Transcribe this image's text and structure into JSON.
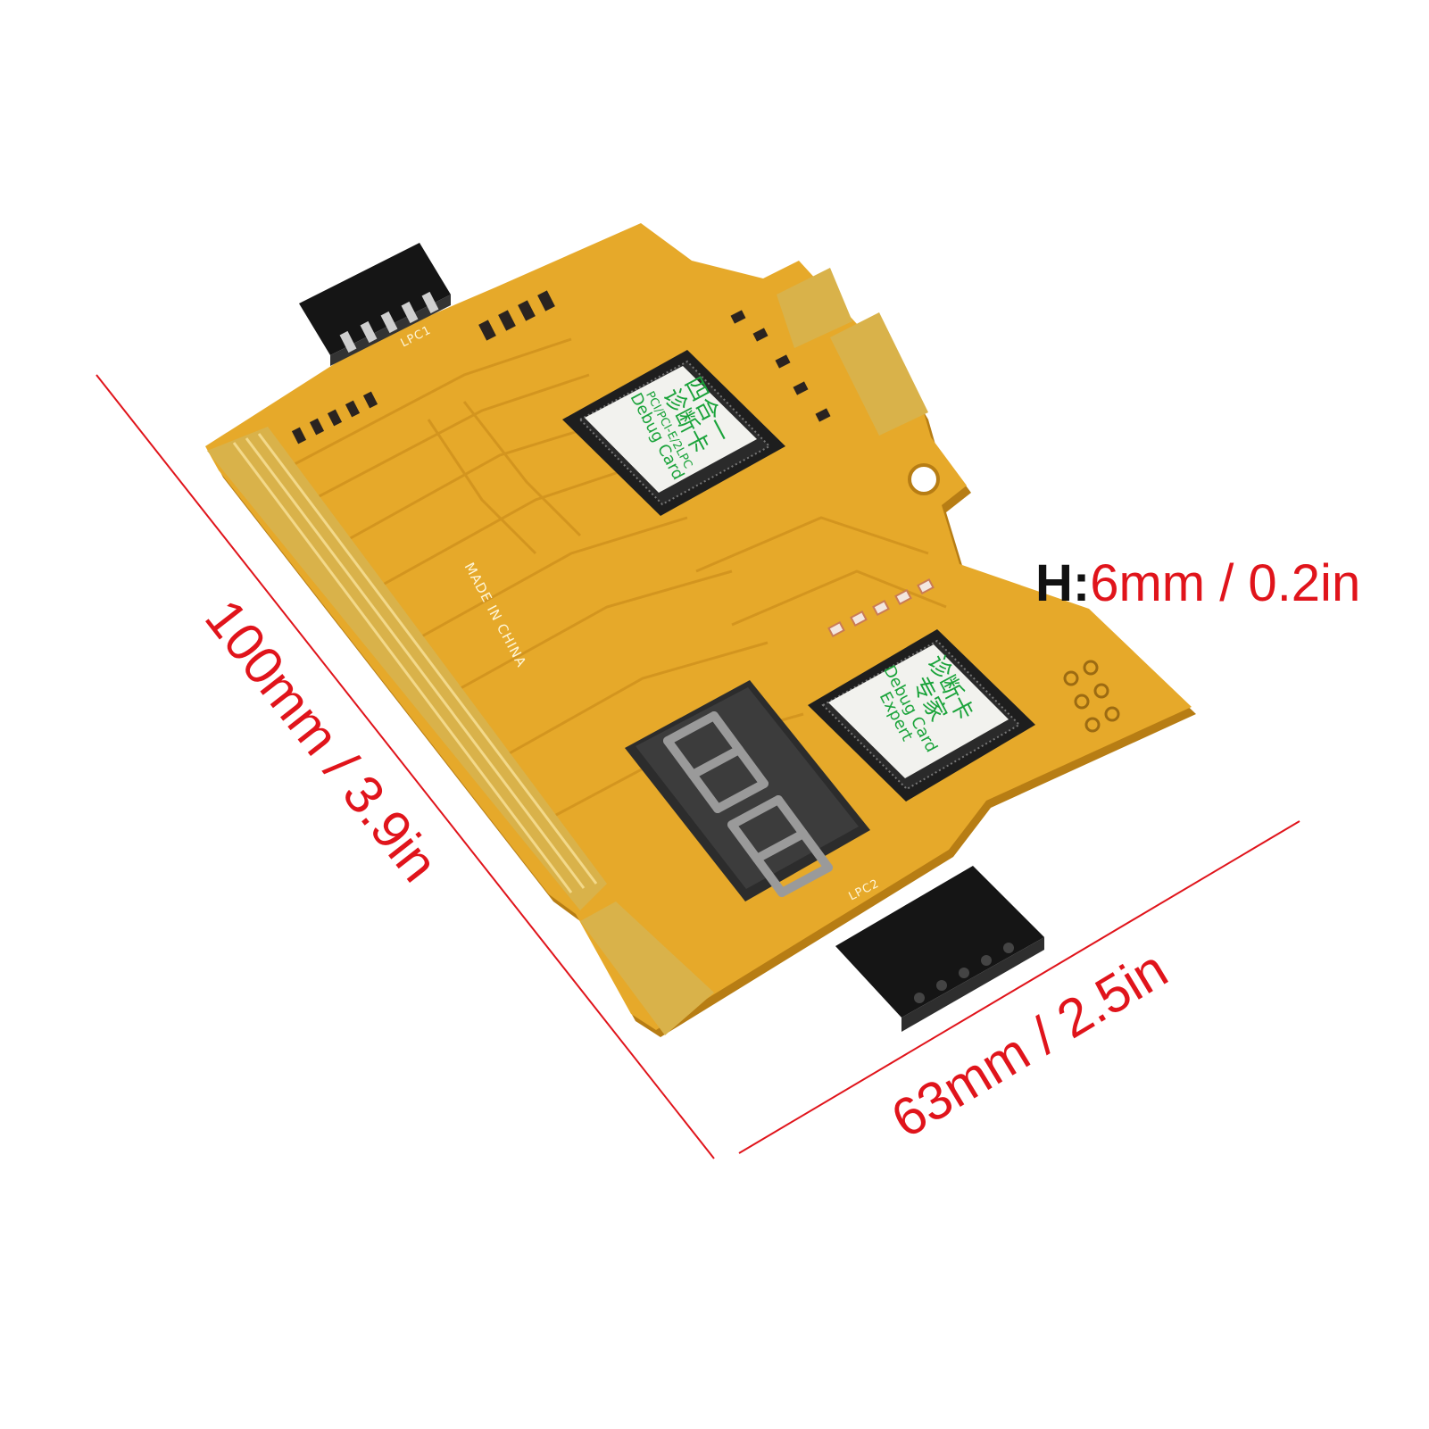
{
  "dimensions": {
    "length": "100mm / 3.9in",
    "width": "63mm / 2.5in",
    "height_prefix": "H:",
    "height_value": "6mm / 0.2in"
  },
  "board": {
    "chip1": {
      "line1": "四合一",
      "line2": "诊断卡",
      "line3": "PCI/PCI-E/2LPC",
      "line4": "Debug Card"
    },
    "chip2": {
      "line1": "诊断卡",
      "line2": "专家",
      "line3": "Debug Card",
      "line4": "Expert"
    },
    "silkscreen": {
      "made_in": "MADE IN CHINA",
      "lpc1": "LPC1",
      "lpc2": "LPC2"
    }
  },
  "colors": {
    "pcb": "#e6a92a",
    "pcb_dark": "#c98c1a",
    "gold": "#d9b24a",
    "dimension": "#e0141b",
    "chip_label_text": "#1aa33a"
  }
}
